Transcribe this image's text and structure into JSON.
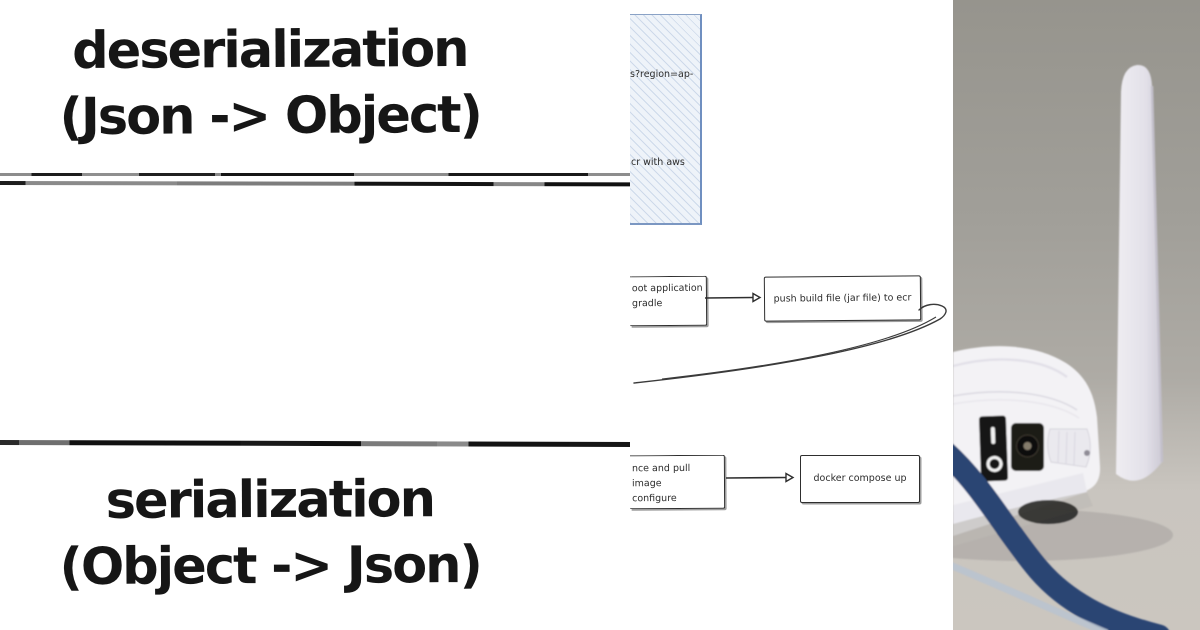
{
  "left_panel": {
    "top_title_line1": "deserialization",
    "top_title_line2": "(Json -> Object)",
    "bottom_title_line1": "serialization",
    "bottom_title_line2": "(Object -> Json)"
  },
  "flowchart": {
    "aws_box": {
      "line1": "s?region=ap-",
      "line2": "cr with aws"
    },
    "build_box": {
      "line1": "oot application",
      "line2": "gradle"
    },
    "push_box": {
      "label": "push build file (jar file) to ecr"
    },
    "instance_box": {
      "line1": "nce and pull image",
      "line2": "configure"
    },
    "compose_box": {
      "label": "docker compose up"
    }
  },
  "photo": {
    "subject": "white wireless router rear view with antenna, power switch, DC power jack and blue cables"
  },
  "colors": {
    "ink": "#1f1f1f",
    "sketch_border": "#2e2e2e",
    "hatch_border_blue": "#7b97c2",
    "hatch_fill_blue": "#eef3f9",
    "cable_dark_blue": "#2c4473",
    "cable_light_blue": "#b9c3d0",
    "photo_background_gray": "#a09e98",
    "router_white": "#f3f2f5"
  }
}
